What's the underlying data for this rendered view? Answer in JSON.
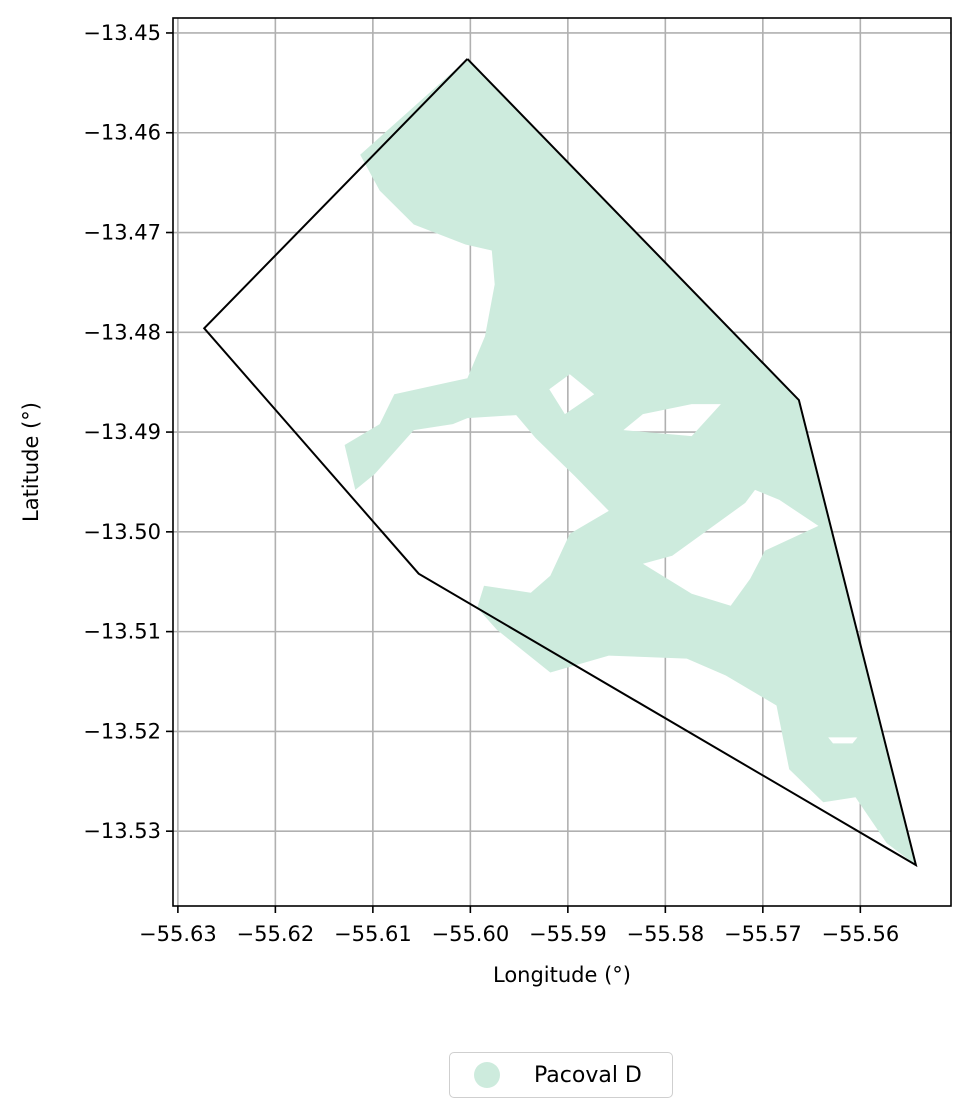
{
  "chart_data": {
    "type": "map",
    "xlabel": "Longitude (°)",
    "ylabel": "Latitude (°)",
    "xlim": [
      -55.6305,
      -55.5507
    ],
    "ylim": [
      -13.5375,
      -13.4485
    ],
    "x_ticks": [
      -55.63,
      -55.62,
      -55.61,
      -55.6,
      -55.59,
      -55.58,
      -55.57,
      -55.56
    ],
    "x_tick_labels": [
      "−55.63",
      "−55.62",
      "−55.61",
      "−55.60",
      "−55.59",
      "−55.58",
      "−55.57",
      "−55.56"
    ],
    "y_ticks": [
      -13.45,
      -13.46,
      -13.47,
      -13.48,
      -13.49,
      -13.5,
      -13.51,
      -13.52,
      -13.53
    ],
    "y_tick_labels": [
      "−13.45",
      "−13.46",
      "−13.47",
      "−13.48",
      "−13.49",
      "−13.50",
      "−13.51",
      "−13.52",
      "−13.53"
    ],
    "grid": true,
    "boundary": [
      [
        -55.6003,
        -13.4526
      ],
      [
        -55.5663,
        -13.4868
      ],
      [
        -55.5543,
        -13.5334
      ],
      [
        -55.6053,
        -13.5042
      ],
      [
        -55.6273,
        -13.4796
      ],
      [
        -55.6003,
        -13.4526
      ]
    ],
    "region": {
      "name": "Pacoval D",
      "color": "#cdebdd",
      "outer": [
        [
          -55.6003,
          -13.4526
        ],
        [
          -55.5663,
          -13.4868
        ],
        [
          -55.5543,
          -13.5334
        ],
        [
          -55.5573,
          -13.5312
        ],
        [
          -55.5605,
          -13.5266
        ],
        [
          -55.5638,
          -13.5271
        ],
        [
          -55.5673,
          -13.5238
        ],
        [
          -55.5686,
          -13.5174
        ],
        [
          -55.5738,
          -13.5144
        ],
        [
          -55.5778,
          -13.5127
        ],
        [
          -55.5858,
          -13.5124
        ],
        [
          -55.5918,
          -13.5141
        ],
        [
          -55.5973,
          -13.5098
        ],
        [
          -55.5993,
          -13.5076
        ],
        [
          -55.5986,
          -13.5054
        ],
        [
          -55.5938,
          -13.5061
        ],
        [
          -55.5918,
          -13.5044
        ],
        [
          -55.5898,
          -13.5002
        ],
        [
          -55.5858,
          -13.4979
        ],
        [
          -55.5893,
          -13.4944
        ],
        [
          -55.5933,
          -13.4906
        ],
        [
          -55.5953,
          -13.4883
        ],
        [
          -55.6003,
          -13.4886
        ],
        [
          -55.6018,
          -13.4892
        ],
        [
          -55.6058,
          -13.4898
        ],
        [
          -55.6098,
          -13.4942
        ],
        [
          -55.6118,
          -13.4958
        ],
        [
          -55.6129,
          -13.4913
        ],
        [
          -55.6093,
          -13.4892
        ],
        [
          -55.6078,
          -13.4862
        ],
        [
          -55.6003,
          -13.4846
        ],
        [
          -55.5985,
          -13.4804
        ],
        [
          -55.5975,
          -13.4752
        ],
        [
          -55.5978,
          -13.4718
        ],
        [
          -55.6005,
          -13.4712
        ],
        [
          -55.6058,
          -13.4692
        ],
        [
          -55.6093,
          -13.4658
        ],
        [
          -55.6113,
          -13.4622
        ],
        [
          -55.6003,
          -13.4526
        ]
      ],
      "holes": [
        [
          [
            -55.5898,
            -13.4842
          ],
          [
            -55.5873,
            -13.4862
          ],
          [
            -55.5903,
            -13.4882
          ],
          [
            -55.5919,
            -13.4857
          ]
        ],
        [
          [
            -55.5773,
            -13.4872
          ],
          [
            -55.5823,
            -13.4882
          ],
          [
            -55.5843,
            -13.4898
          ],
          [
            -55.5773,
            -13.4904
          ],
          [
            -55.5743,
            -13.4872
          ]
        ],
        [
          [
            -55.5718,
            -13.4971
          ],
          [
            -55.5793,
            -13.5024
          ],
          [
            -55.5823,
            -13.5032
          ],
          [
            -55.5773,
            -13.5062
          ],
          [
            -55.5733,
            -13.5074
          ],
          [
            -55.5713,
            -13.5047
          ],
          [
            -55.5698,
            -13.5019
          ],
          [
            -55.5643,
            -13.4994
          ],
          [
            -55.5683,
            -13.4968
          ],
          [
            -55.5708,
            -13.4958
          ]
        ],
        [
          [
            -55.5633,
            -13.5206
          ],
          [
            -55.5603,
            -13.5206
          ],
          [
            -55.5608,
            -13.5212
          ],
          [
            -55.5628,
            -13.5212
          ]
        ]
      ]
    }
  },
  "legend": {
    "items": [
      {
        "label": "Pacoval D",
        "color": "#cdebdd"
      }
    ]
  }
}
